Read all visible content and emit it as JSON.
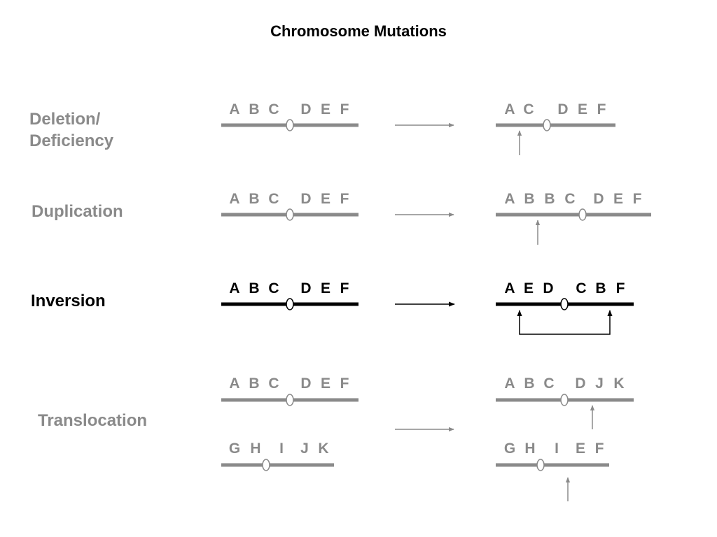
{
  "title": "Chromosome Mutations",
  "colors": {
    "muted": "#8a8a8a",
    "emphasis": "#000000"
  },
  "rows": [
    {
      "label_lines": [
        "Deletion/",
        "Deficiency"
      ],
      "emphasized": false,
      "before": [
        [
          "A",
          "B",
          "C",
          "D",
          "E",
          "F"
        ]
      ],
      "after": [
        [
          "A",
          "C",
          "D",
          "E",
          "F"
        ]
      ]
    },
    {
      "label_lines": [
        "Duplication"
      ],
      "emphasized": false,
      "before": [
        [
          "A",
          "B",
          "C",
          "D",
          "E",
          "F"
        ]
      ],
      "after": [
        [
          "A",
          "B",
          "B",
          "C",
          "D",
          "E",
          "F"
        ]
      ]
    },
    {
      "label_lines": [
        "Inversion"
      ],
      "emphasized": true,
      "before": [
        [
          "A",
          "B",
          "C",
          "D",
          "E",
          "F"
        ]
      ],
      "after": [
        [
          "A",
          "E",
          "D",
          "C",
          "B",
          "F"
        ]
      ]
    },
    {
      "label_lines": [
        "Translocation"
      ],
      "emphasized": false,
      "before": [
        [
          "A",
          "B",
          "C",
          "D",
          "E",
          "F"
        ],
        [
          "G",
          "H",
          "I",
          "J",
          "K"
        ]
      ],
      "after": [
        [
          "A",
          "B",
          "C",
          "D",
          "J",
          "K"
        ],
        [
          "G",
          "H",
          "I",
          "E",
          "F"
        ]
      ]
    }
  ]
}
